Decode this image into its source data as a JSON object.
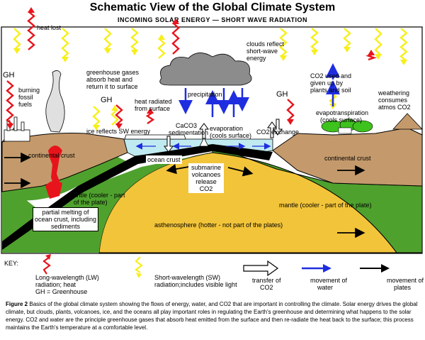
{
  "title": "Schematic View of the Global Climate System",
  "subtitle": "INCOMING SOLAR ENERGY — SHORT WAVE RADIATION",
  "labels": {
    "heat_lost": "heat lost",
    "gh_left": "GH",
    "gh_mid": "GH",
    "gh_right": "GH",
    "burning_fossil_fuels": [
      "burning",
      "fossil",
      "fuels"
    ],
    "greenhouse_gases": [
      "greenhouse gases",
      "absorb heat and",
      "return it to surface"
    ],
    "clouds_reflect": [
      "clouds reflect",
      "short-wave",
      "energy"
    ],
    "heat_radiated": [
      "heat radiated",
      "from surface"
    ],
    "precipitation": "precipitation",
    "co2_used": [
      "CO2 used and",
      "given up by",
      "plants and soil"
    ],
    "weathering": [
      "weathering",
      "consumes",
      "atmos CO2"
    ],
    "evapotranspiration": [
      "evapotranspiration",
      "(cools surface)"
    ],
    "caco3": [
      "CaCO3",
      "sedimentation"
    ],
    "evaporation": [
      "evaporation",
      "(cools surface)"
    ],
    "co2_exchange": "CO2 exchange",
    "ice_reflects": "ice reflects SW energy",
    "continental_crust_left": "continental crust",
    "continental_crust_right": "continental crust",
    "ocean_crust": "ocean crust",
    "submarine_volcanoes": [
      "submarine",
      "volcanoes",
      "release",
      "CO2"
    ],
    "mantle_left": [
      "mantle (cooler - part",
      "of the plate)"
    ],
    "mantle_right": "mantle (cooler - part of the plate)",
    "partial_melting": [
      "partial melting of",
      "ocean crust, including",
      "sediments"
    ],
    "asthenosphere": "asthenosphere (hotter - not part of the plates)"
  },
  "key": {
    "heading": "KEY:",
    "items": [
      {
        "label": [
          "Long-wavelength (LW)",
          "radiation; heat",
          "GH = Greenhouse"
        ],
        "color": "#e8141c",
        "icon": "squiggle-up-arrow"
      },
      {
        "label": [
          "Short-wavelength (SW)",
          "radiation;includes visible light"
        ],
        "color": "#f7ef1a",
        "icon": "squiggle-down-arrow"
      },
      {
        "label": [
          "transfer of",
          "CO2"
        ],
        "color": "#ffffff",
        "icon": "hollow-arrow"
      },
      {
        "label": [
          "movement of",
          "water"
        ],
        "color": "#1f2de0",
        "icon": "blue-arrow"
      },
      {
        "label": [
          "movement of",
          "plates"
        ],
        "color": "#000000",
        "icon": "black-arrow"
      }
    ]
  },
  "caption": {
    "figure": "Figure 2",
    "text": "Basics of the global climate system showing the flows of energy, water, and CO2 that are important in controlling the climate.  Solar energy drives the global climate, but clouds, plants, volcanoes, ice, and the oceans all play important roles in regulating the Earth's greenhouse and determining what happens to the solar energy.  CO2 and water are the principle greenhouse gases that absorb heat emitted from the surface and then re-radiate the heat back to the surface; this process maintains the Earth's temperature at a comfortable level."
  },
  "colors": {
    "crust": "#c49a6c",
    "mantle": "#4fa12e",
    "asthenosphere": "#f2c43a",
    "ocean": "#bfeaf0",
    "cloud": "#8c8c8c",
    "lw_red": "#e8141c",
    "sw_yellow": "#f7ef1a",
    "water_blue": "#1f2de0",
    "magma": "#e8141c"
  }
}
